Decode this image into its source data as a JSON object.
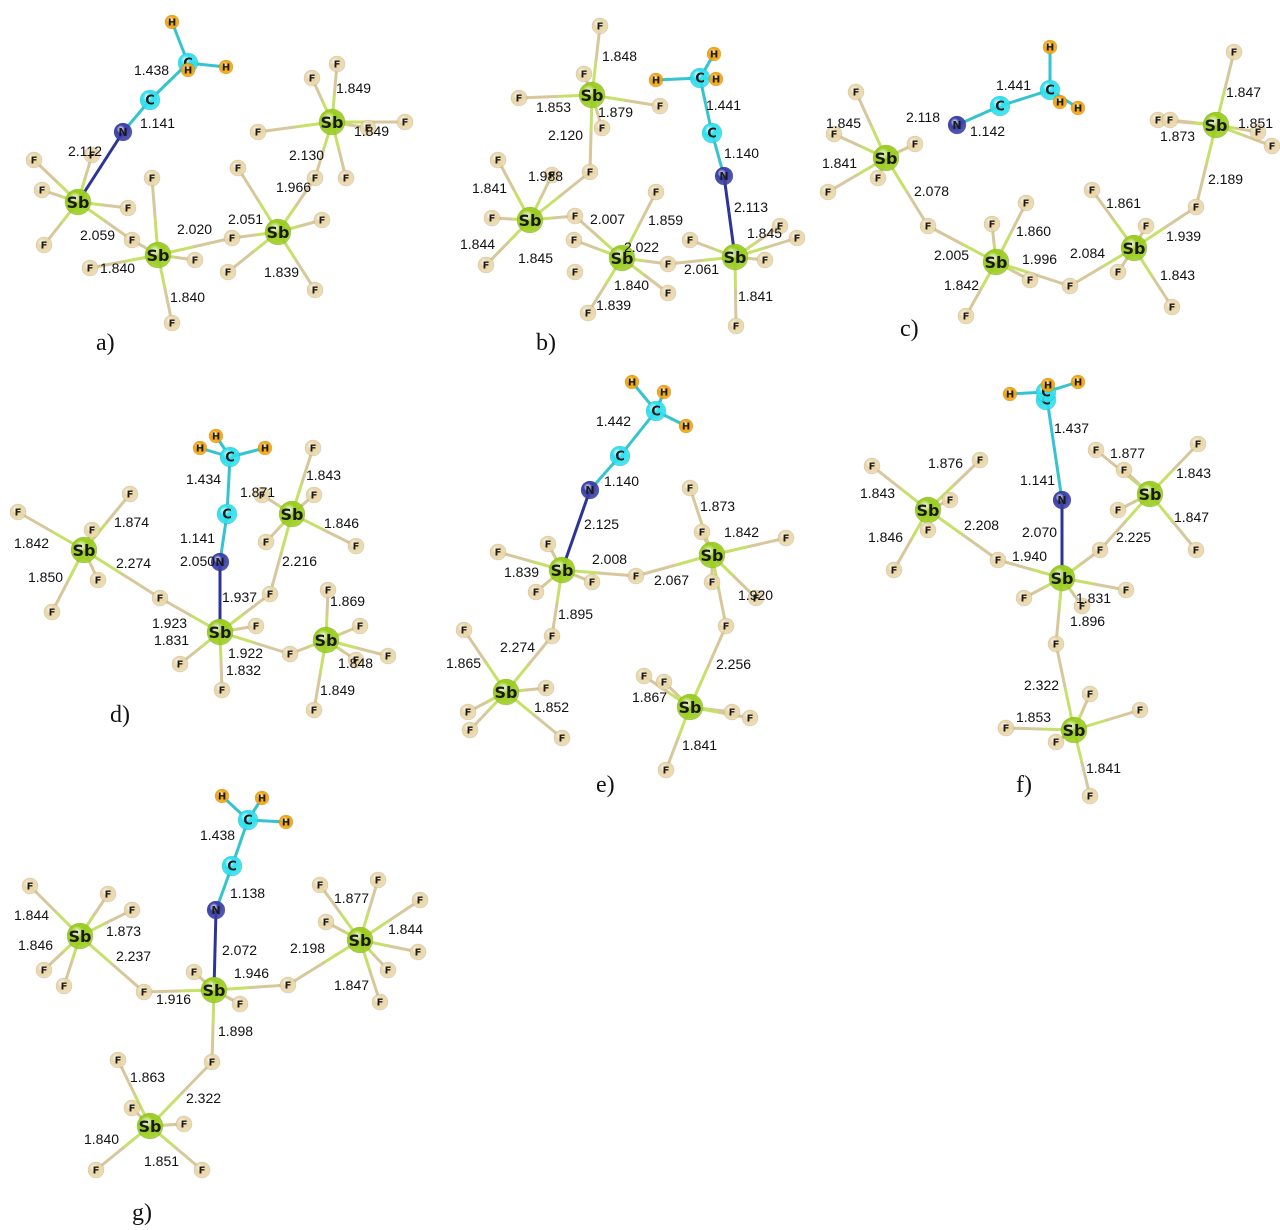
{
  "colors": {
    "Sb": "#9acd1f",
    "F": "#ead7a9",
    "N": "#3a3fa8",
    "C": "#2fe0ef",
    "H": "#f2a510",
    "bond_SbF": "#c6e06a",
    "bond_FF": "#d7c79a",
    "bond_NC": "#35c4cf",
    "bond_SbN": "#2c3596"
  },
  "panels": [
    {
      "id": "a",
      "label": "a)"
    },
    {
      "id": "b",
      "label": "b)"
    },
    {
      "id": "c",
      "label": "c)"
    },
    {
      "id": "d",
      "label": "d)"
    },
    {
      "id": "e",
      "label": "e)"
    },
    {
      "id": "f",
      "label": "f)"
    },
    {
      "id": "g",
      "label": "g)"
    }
  ],
  "bond_labels": {
    "a": [
      "1.438",
      "1.141",
      "2.112",
      "2.059",
      "2.020",
      "2.051",
      "1.840",
      "1.840",
      "1.839",
      "1.966",
      "2.130",
      "1.849",
      "1.849"
    ],
    "b": [
      "1.848",
      "1.853",
      "1.879",
      "2.120",
      "1.441",
      "1.140",
      "1.988",
      "1.841",
      "2.007",
      "1.859",
      "2.022",
      "2.113",
      "1.845",
      "1.844",
      "1.845",
      "1.840",
      "2.061",
      "1.839",
      "1.841"
    ],
    "c": [
      "1.441",
      "2.118",
      "1.142",
      "1.845",
      "1.841",
      "2.078",
      "1.860",
      "2.005",
      "1.996",
      "2.084",
      "1.861",
      "1.939",
      "1.842",
      "1.843",
      "1.847",
      "1.873",
      "1.851",
      "2.189"
    ],
    "d": [
      "1.434",
      "1.843",
      "1.874",
      "1.871",
      "1.141",
      "1.846",
      "1.842",
      "2.274",
      "2.216",
      "1.850",
      "2.050",
      "1.937",
      "1.869",
      "1.923",
      "1.831",
      "1.922",
      "1.832",
      "1.848",
      "1.849"
    ],
    "e": [
      "1.442",
      "1.140",
      "2.125",
      "1.873",
      "1.842",
      "1.839",
      "2.008",
      "2.067",
      "1.920",
      "1.895",
      "2.274",
      "1.865",
      "2.256",
      "1.852",
      "1.867",
      "1.841"
    ],
    "f": [
      "1.437",
      "1.876",
      "1.877",
      "1.141",
      "1.843",
      "1.843",
      "2.208",
      "2.070",
      "1.847",
      "1.846",
      "1.940",
      "2.225",
      "1.831",
      "1.896",
      "2.322",
      "1.853",
      "1.841"
    ],
    "g": [
      "1.438",
      "1.138",
      "1.844",
      "1.873",
      "1.877",
      "1.844",
      "1.846",
      "2.237",
      "2.072",
      "2.198",
      "1.946",
      "1.916",
      "1.847",
      "1.898",
      "1.863",
      "2.322",
      "1.840",
      "1.851"
    ]
  }
}
